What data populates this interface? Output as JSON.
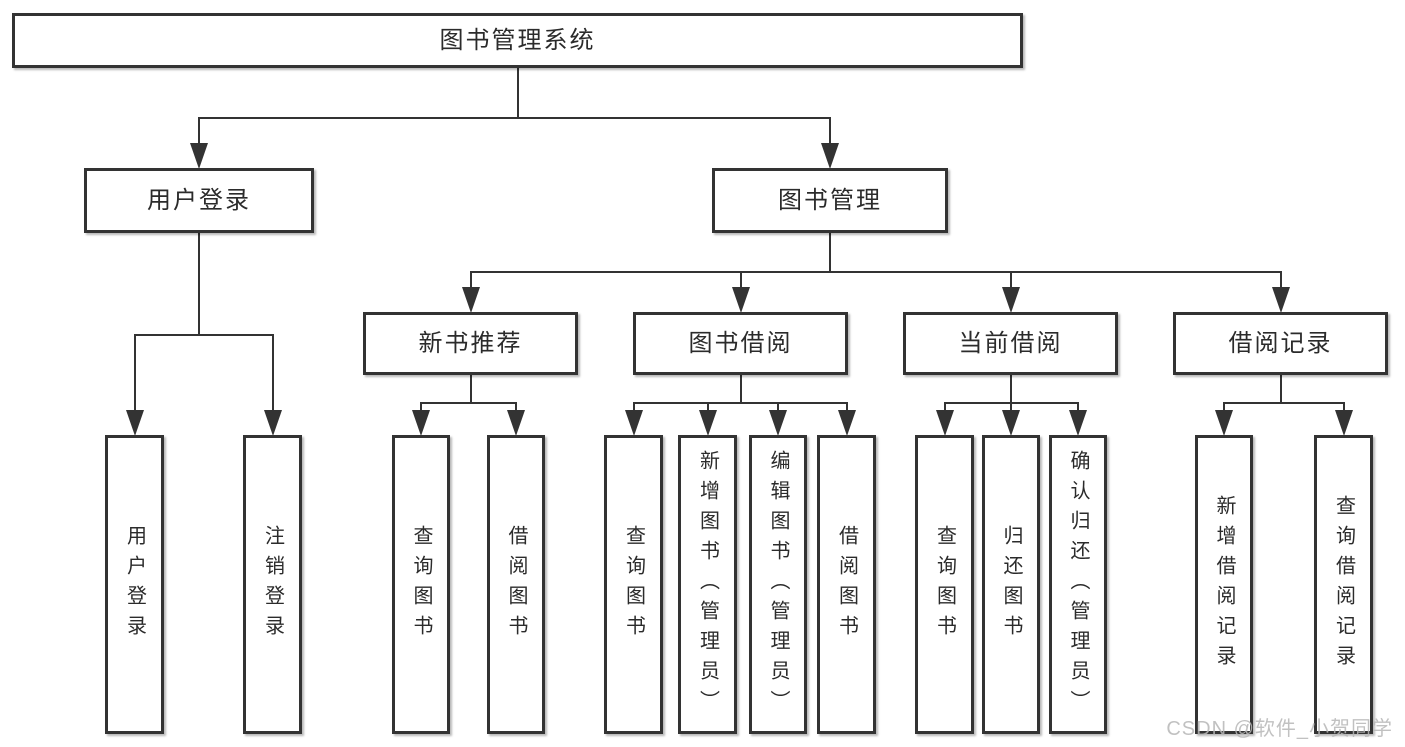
{
  "diagram": {
    "title": "图书管理系统",
    "nodes": [
      {
        "id": "root",
        "label": "图书管理系统",
        "orientation": "horizontal",
        "level": 1
      },
      {
        "id": "menu-user-login",
        "label": "用户登录",
        "orientation": "horizontal",
        "level": 2
      },
      {
        "id": "menu-book-mgmt",
        "label": "图书管理",
        "orientation": "horizontal",
        "level": 2
      },
      {
        "id": "sub-new-book",
        "label": "新书推荐",
        "orientation": "horizontal",
        "level": 3
      },
      {
        "id": "sub-book-borrow",
        "label": "图书借阅",
        "orientation": "horizontal",
        "level": 3
      },
      {
        "id": "sub-current-borrow",
        "label": "当前借阅",
        "orientation": "horizontal",
        "level": 3
      },
      {
        "id": "sub-borrow-records",
        "label": "借阅记录",
        "orientation": "horizontal",
        "level": 3
      },
      {
        "id": "leaf-user-login",
        "label": "用户登录",
        "orientation": "vertical",
        "level": 4
      },
      {
        "id": "leaf-logout",
        "label": "注销登录",
        "orientation": "vertical",
        "level": 4
      },
      {
        "id": "leaf-query-book-1",
        "label": "查询图书",
        "orientation": "vertical",
        "level": 4
      },
      {
        "id": "leaf-borrow-book-1",
        "label": "借阅图书",
        "orientation": "vertical",
        "level": 4
      },
      {
        "id": "leaf-query-book-2",
        "label": "查询图书",
        "orientation": "vertical",
        "level": 4
      },
      {
        "id": "leaf-add-book",
        "label": "新增图书（管理员）",
        "orientation": "vertical",
        "level": 4
      },
      {
        "id": "leaf-edit-book",
        "label": "编辑图书（管理员）",
        "orientation": "vertical",
        "level": 4
      },
      {
        "id": "leaf-borrow-book-2",
        "label": "借阅图书",
        "orientation": "vertical",
        "level": 4
      },
      {
        "id": "leaf-query-book-3",
        "label": "查询图书",
        "orientation": "vertical",
        "level": 4
      },
      {
        "id": "leaf-return-book",
        "label": "归还图书",
        "orientation": "vertical",
        "level": 4
      },
      {
        "id": "leaf-confirm-return",
        "label": "确认归还（管理员）",
        "orientation": "vertical",
        "level": 4
      },
      {
        "id": "leaf-add-borrow-record",
        "label": "新增借阅记录",
        "orientation": "vertical",
        "level": 4
      },
      {
        "id": "leaf-query-borrow-record",
        "label": "查询借阅记录",
        "orientation": "vertical",
        "level": 4
      }
    ],
    "edges": [
      {
        "from": "root",
        "to": [
          "menu-user-login",
          "menu-book-mgmt"
        ]
      },
      {
        "from": "menu-user-login",
        "to": [
          "leaf-user-login",
          "leaf-logout"
        ]
      },
      {
        "from": "menu-book-mgmt",
        "to": [
          "sub-new-book",
          "sub-book-borrow",
          "sub-current-borrow",
          "sub-borrow-records"
        ]
      },
      {
        "from": "sub-new-book",
        "to": [
          "leaf-query-book-1",
          "leaf-borrow-book-1"
        ]
      },
      {
        "from": "sub-book-borrow",
        "to": [
          "leaf-query-book-2",
          "leaf-add-book",
          "leaf-edit-book",
          "leaf-borrow-book-2"
        ]
      },
      {
        "from": "sub-current-borrow",
        "to": [
          "leaf-query-book-3",
          "leaf-return-book",
          "leaf-confirm-return"
        ]
      },
      {
        "from": "sub-borrow-records",
        "to": [
          "leaf-add-borrow-record",
          "leaf-query-borrow-record"
        ]
      }
    ]
  },
  "watermark": {
    "text": "CSDN @软件_小贺同学"
  },
  "colors": {
    "background": "#ffffff",
    "line": "#333333",
    "box_border": "#333333",
    "text": "#2b2b2b",
    "watermark": "#b7b7b7"
  }
}
